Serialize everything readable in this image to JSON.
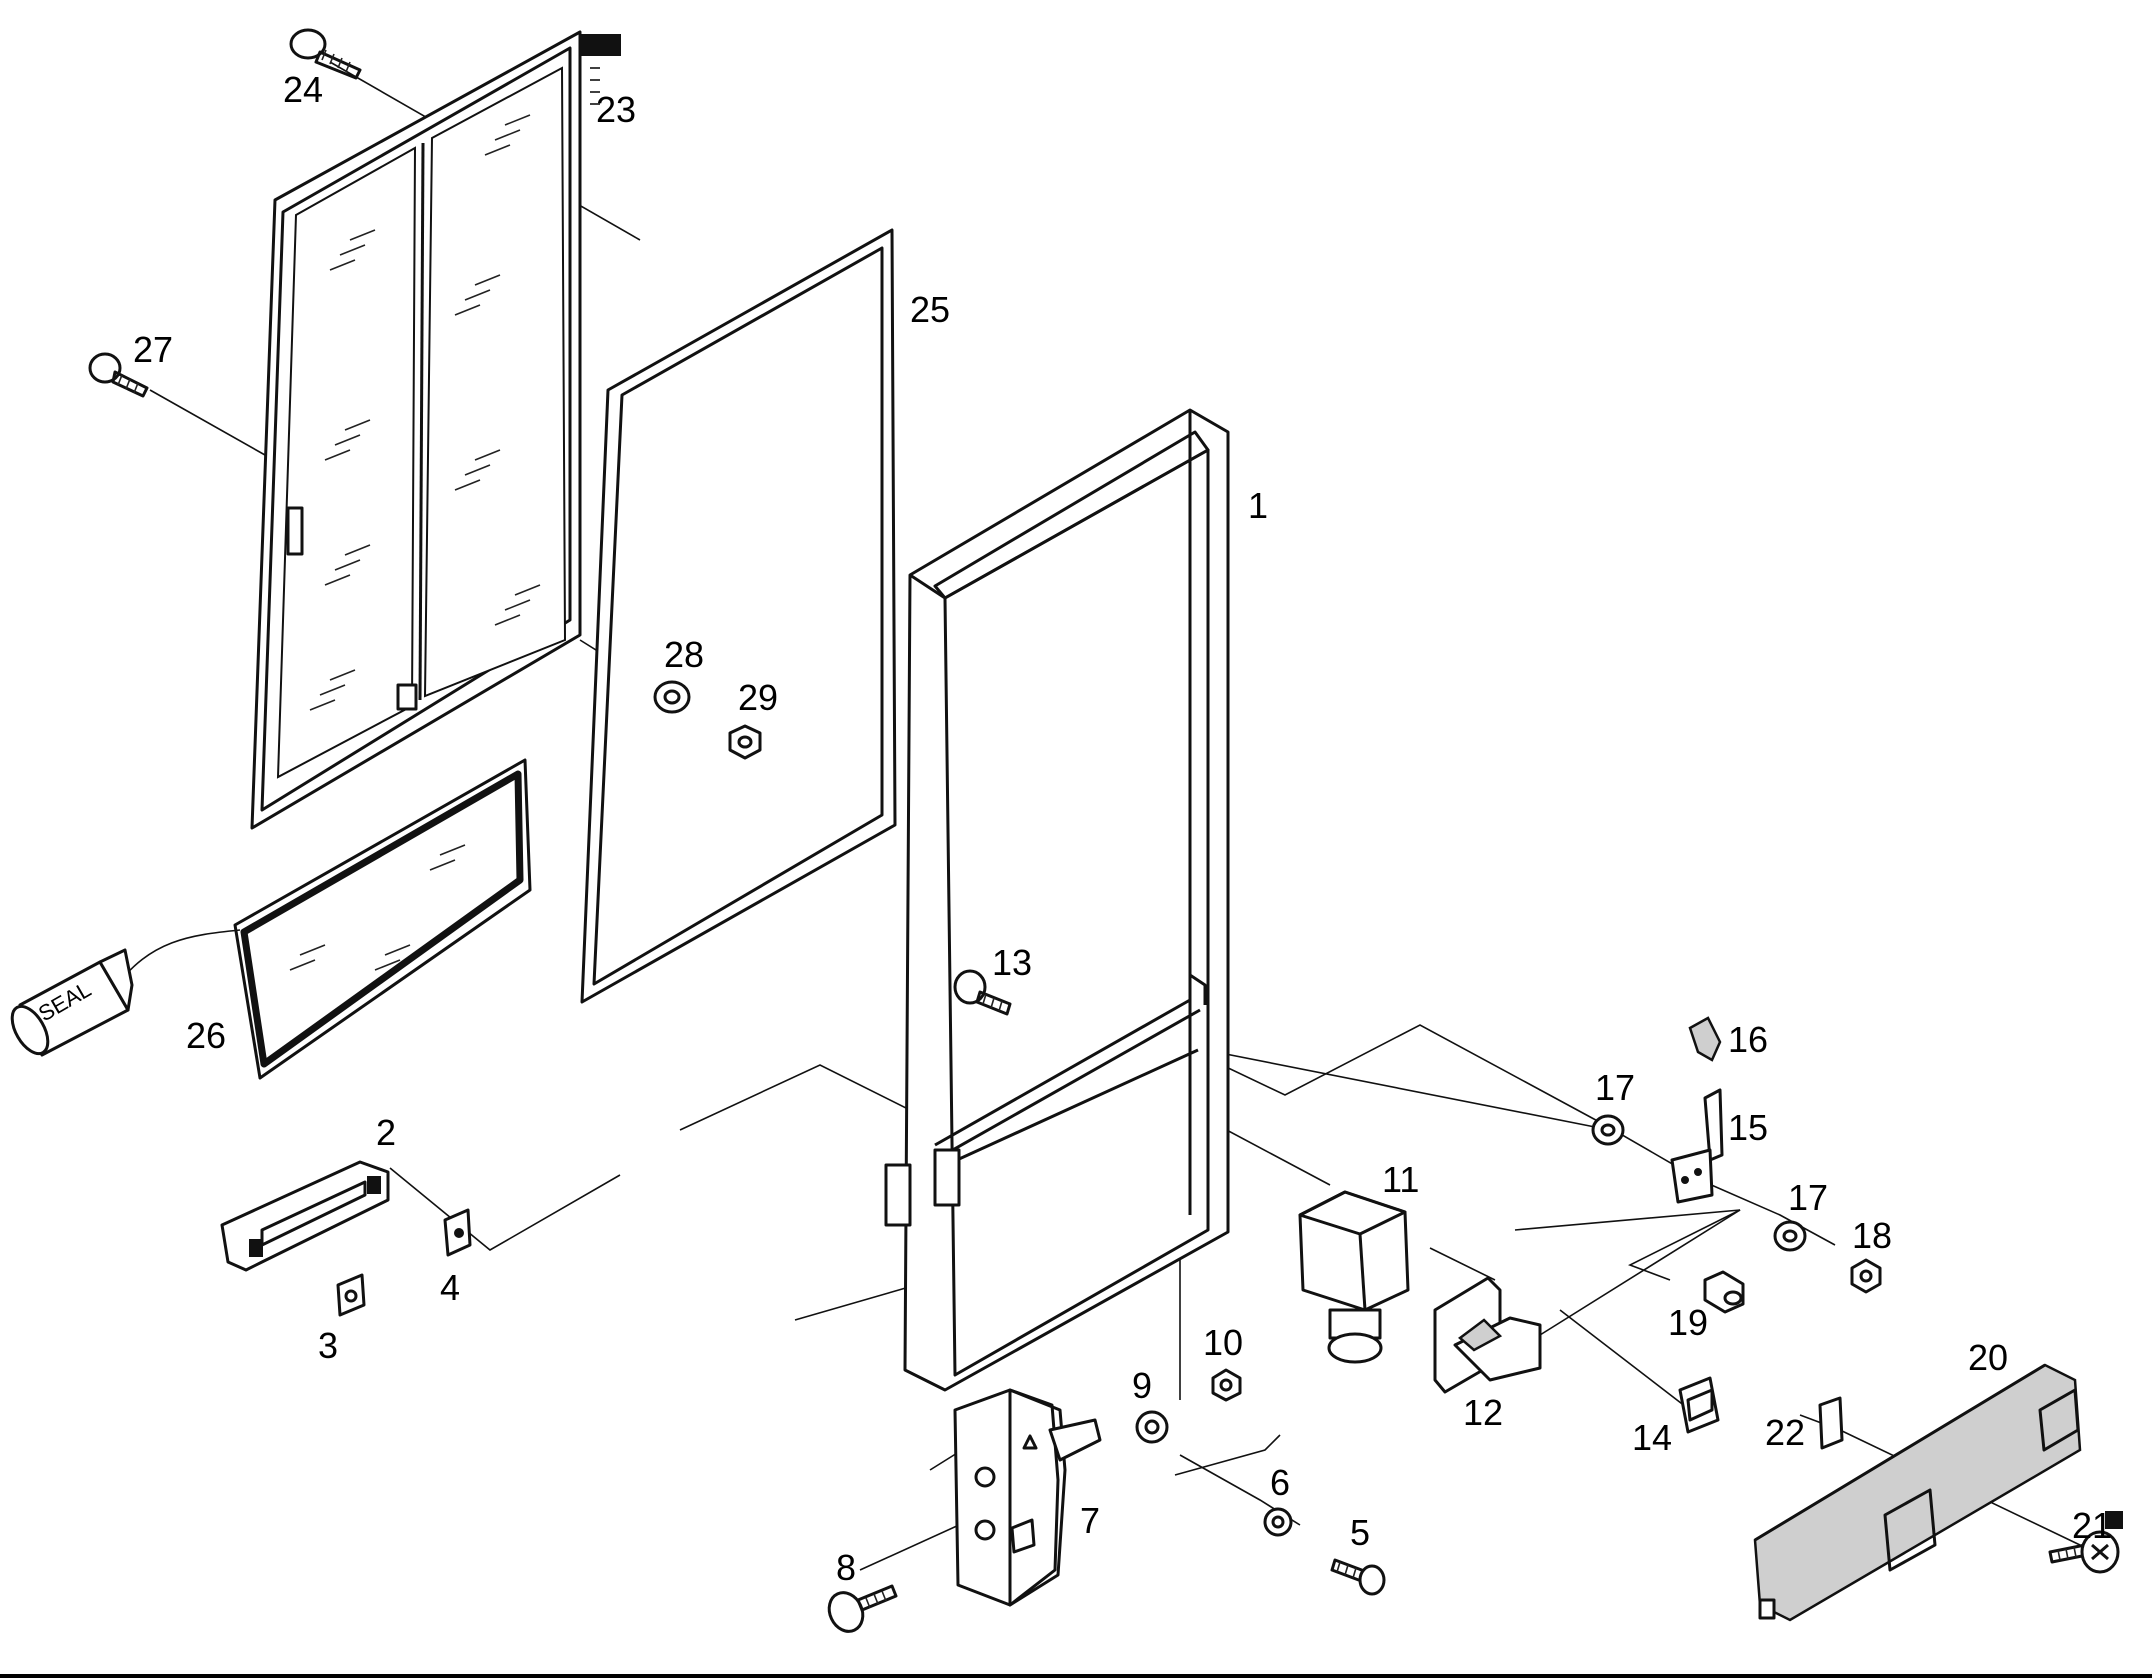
{
  "diagram": {
    "callouts": {
      "c1": "1",
      "c2": "2",
      "c3": "3",
      "c4": "4",
      "c5": "5",
      "c6": "6",
      "c7": "7",
      "c8": "8",
      "c9": "9",
      "c10": "10",
      "c11": "11",
      "c12": "12",
      "c13": "13",
      "c14": "14",
      "c15": "15",
      "c16": "16",
      "c17a": "17",
      "c17b": "17",
      "c18": "18",
      "c19": "19",
      "c20": "20",
      "c21": "21",
      "c22": "22",
      "c23": "23",
      "c24": "24",
      "c25": "25",
      "c26": "26",
      "c27": "27",
      "c28": "28",
      "c29": "29"
    },
    "seal_tube_label": "SEAL"
  }
}
